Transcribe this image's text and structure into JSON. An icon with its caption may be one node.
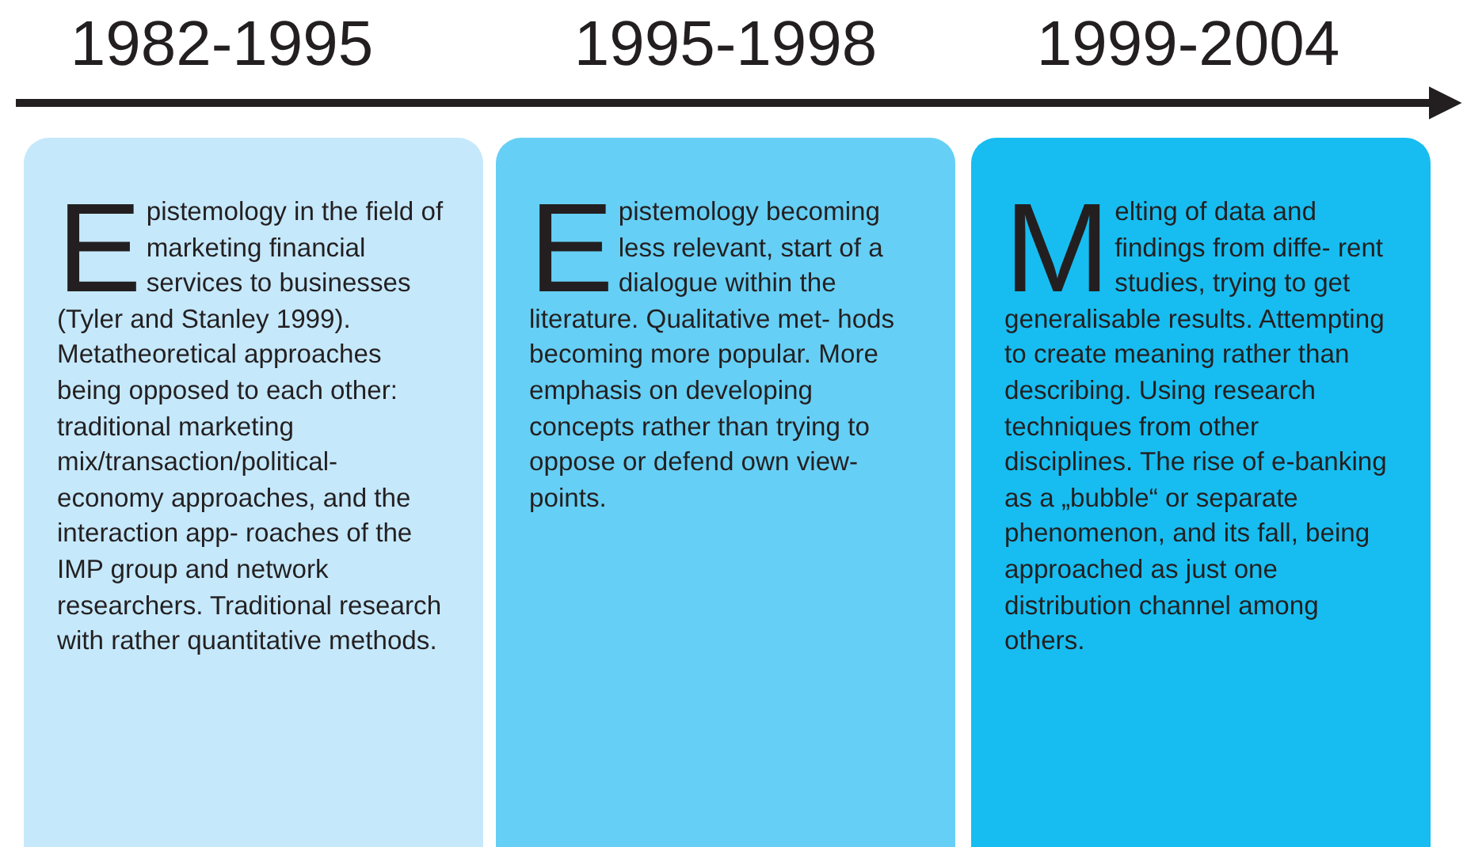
{
  "diagram": {
    "nodes": [
      {
        "text": [
          "Epistemology in the field of marketing financial services to businesses (Tyler and Stanley 1999). Metatheoretical approaches being opposed to each other: traditional marketing mix/transaction/political- economy approaches, and the interaction app- roaches of the IMP group and network researchers. Traditional research with rather quantitative methods."
        ]
      },
      {
        "text": [
          "Epistemology becoming less relevant, start of a dialogue within the literature. Qualitative met- hods becoming more popular. More emphasis on developing concepts rather than trying to oppose or defend own view- points."
        ]
      },
      {
        "text": [
          "Melting of data and findings from diffe- rent studies, trying to get generalisable results. Attempting to create meaning rather than describing. Using research techniques from other disciplines. The rise of e-banking as a „bubble“ or separate phenomenon, and its fall, being approached as just one distribution channel among others."
        ]
      }
    ],
    "labels": [
      "1982-1995",
      "1995-1998",
      "1999-2004"
    ]
  }
}
